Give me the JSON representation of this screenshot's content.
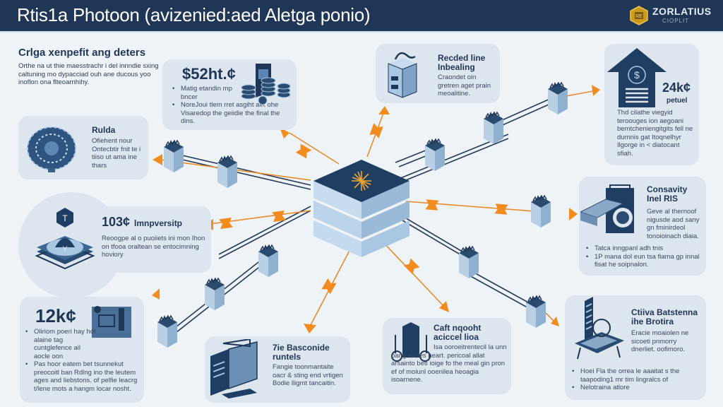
{
  "header": {
    "title": "Rtis1a Photoon (avizenied:aed Aletga ponio)",
    "logo_name": "ZORLATIUS",
    "logo_sub": "CIOPLIT",
    "logo_icon": "hexagon-badge-icon"
  },
  "colors": {
    "header_bg": "#1f3656",
    "navy": "#1f3656",
    "accent_orange": "#f28c1e",
    "card_bg": "#dde5ee",
    "page_bg": "#eef3f8",
    "light_blue": "#a9c3dc"
  },
  "intro": {
    "title": "Crlgа xenpefit ang deters",
    "text": "Orthe na ut thie maesstrachr i del innndie sxing caltuning mo dypacciad ouh ane ducous yoo inoflon ona flteoarnhihy."
  },
  "cards": {
    "stat_coins": {
      "value": "$52ht.¢",
      "bullets": [
        "Matig etandin mp bncer",
        "NoreJoui tlem rret asgiht alK ohe Visaredop the geiidie the final the dins."
      ],
      "icon": "document-coins-icon"
    },
    "globe": {
      "title": "Rulda",
      "text": "Ofiehent nour Ontecbtir fnit te i tiiso ut ama ine thars",
      "icon": "globe-chip-icon"
    },
    "recorded": {
      "title": "Recded line Inbealing",
      "text": "Craondet oin gretren aget prain meoalitine.",
      "icon": "server-box-icon"
    },
    "stat_house": {
      "value": "24k¢",
      "label": "petuel",
      "text": "Thd cilathe viegyid teroouges ion aegoani bemtcheniengitgits fell ne dumnis gat Itoqnelhyr Ilgorge in < diatocant sfiah.",
      "icon": "house-document-icon"
    },
    "impversity": {
      "value": "103¢",
      "title": "lmnpversitp",
      "text": "Reoogpe al o puoiiets ini mon Ihon on tfooa oraltean se entocimning hoviory",
      "icon": "hex-platform-icon"
    },
    "consavity": {
      "title": "Consavity Inel RIS",
      "text": "Geve al thernoof nigusde aod sany gn fminirdeol tonoioinach diaia.",
      "bullets": [
        "Tatca inngpanl adh tnis",
        "1P mana dol eun tsa fiama gp innal fisat he soipnalon."
      ],
      "icon": "machine-icon"
    },
    "stat_people": {
      "value": "12k¢",
      "bullets": [
        "Oliriom poeri hay hot alaine tag cuntglefence ail aocle oon",
        "Pas hoor eatem bet tsunnekut preocoitl ban Rdlng ino the leutem ages and liebstons. of pelfie leacrg t/lene mots a hangm locar nosht."
      ],
      "icon": "people-screen-icon"
    },
    "basconide": {
      "title": "7ie Basconide runtels",
      "text": "Fangie toonmantaite oacr & sting end vrtigen Bodie lligmt tancaitin.",
      "icon": "folders-icon"
    },
    "caft": {
      "title": "Caft nqooht aciccel lioa",
      "text": "Isa ooroeitrentecil la unn pang au tes neart. pericoal allat arsainto beti ioige fo the meal gin pron ef of moiunl ooenilea heoagia isoarnene.",
      "icon": "flask-tank-icon"
    },
    "ctiiva": {
      "title": "Ctiiva Batstenna ihe Brotira",
      "text": "Eracie moaiolen ne sicoeti pnmorry dnerliet. oofimoro.",
      "bullets": [
        "Hoei Fla the orrea le aaaitat s the taapoding1 mr tim lingralcs of",
        "Nelotraina atlore"
      ],
      "icon": "server-tower-icon"
    }
  },
  "diagram": {
    "hub_icon": "starburst-icon",
    "node_icon": "server-rack-icon",
    "connector_icon": "orange-link-icon",
    "arrow_icon": "orange-arrow-icon"
  }
}
